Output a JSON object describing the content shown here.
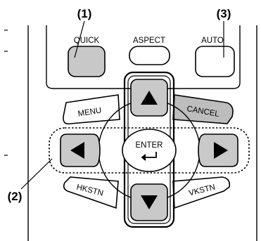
{
  "callouts": {
    "one": "(1)",
    "two": "(2)",
    "three": "(3)"
  },
  "buttons": {
    "quick": "QUICK",
    "aspect": "ASPECT",
    "auto": "AUTO",
    "menu": "MENU",
    "cancel": "CANCEL",
    "enter": "ENTER",
    "hkstn": "HKSTN",
    "vkstn": "VKSTN"
  },
  "icons": {
    "up": "arrow-up-icon",
    "down": "arrow-down-icon",
    "left": "arrow-left-icon",
    "right": "arrow-right-icon",
    "enter": "enter-return-icon"
  },
  "colors": {
    "quick_fill": "#c8c8c8",
    "cancel_fill": "#bdbdbd",
    "arrow_fill": "#c9c9c9",
    "line": "#000000"
  }
}
